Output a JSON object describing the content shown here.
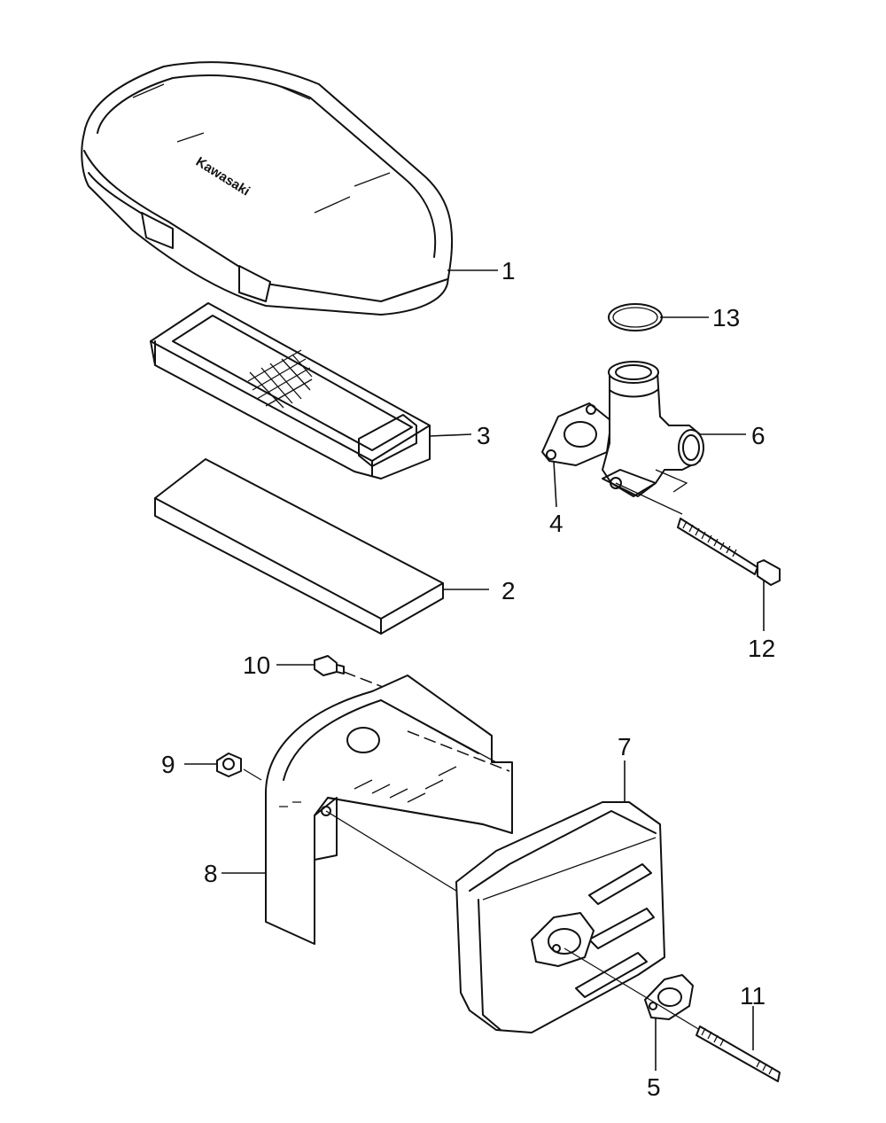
{
  "logo_text": "Kawasaki",
  "callouts": {
    "c1": "1",
    "c2": "2",
    "c3": "3",
    "c4": "4",
    "c5": "5",
    "c6": "6",
    "c7": "7",
    "c8": "8",
    "c9": "9",
    "c10": "10",
    "c11": "11",
    "c12": "12",
    "c13": "13"
  },
  "colors": {
    "line": "#111111",
    "background": "#ffffff"
  }
}
